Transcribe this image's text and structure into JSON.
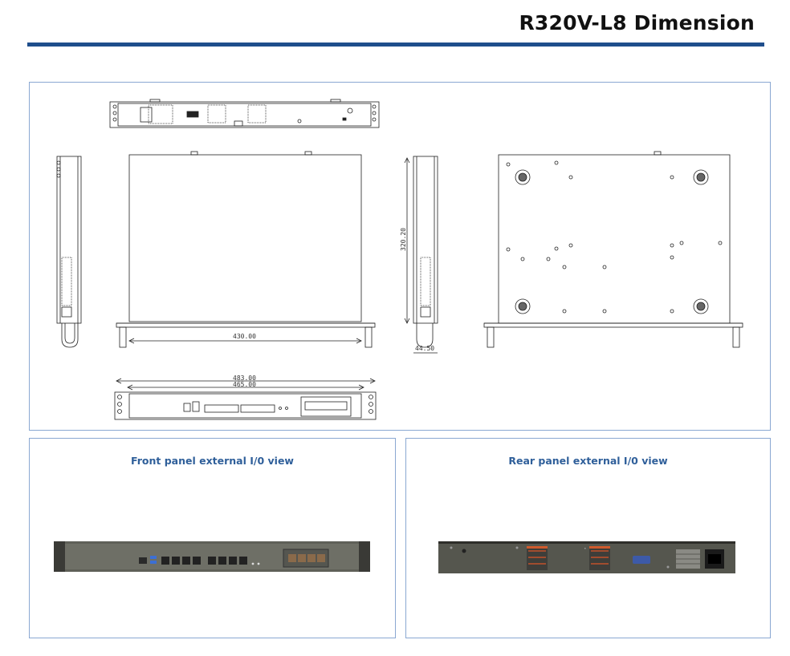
{
  "page": {
    "title": "R320V-L8 Dimension"
  },
  "drawing": {
    "dim_width": "430.00",
    "dim_depth": "320.20",
    "dim_height": "44.50",
    "dim_total_width": "483.00",
    "dim_inner_width": "465.00"
  },
  "front_view": {
    "heading": "Front panel external I/0 view"
  },
  "rear_view": {
    "heading": "Rear panel external I/0 view"
  },
  "colors": {
    "accent": "#1f4e8c",
    "panel_border": "#8aa8d2",
    "heading_text": "#2f5f9a",
    "chassis": "#5f6058"
  }
}
